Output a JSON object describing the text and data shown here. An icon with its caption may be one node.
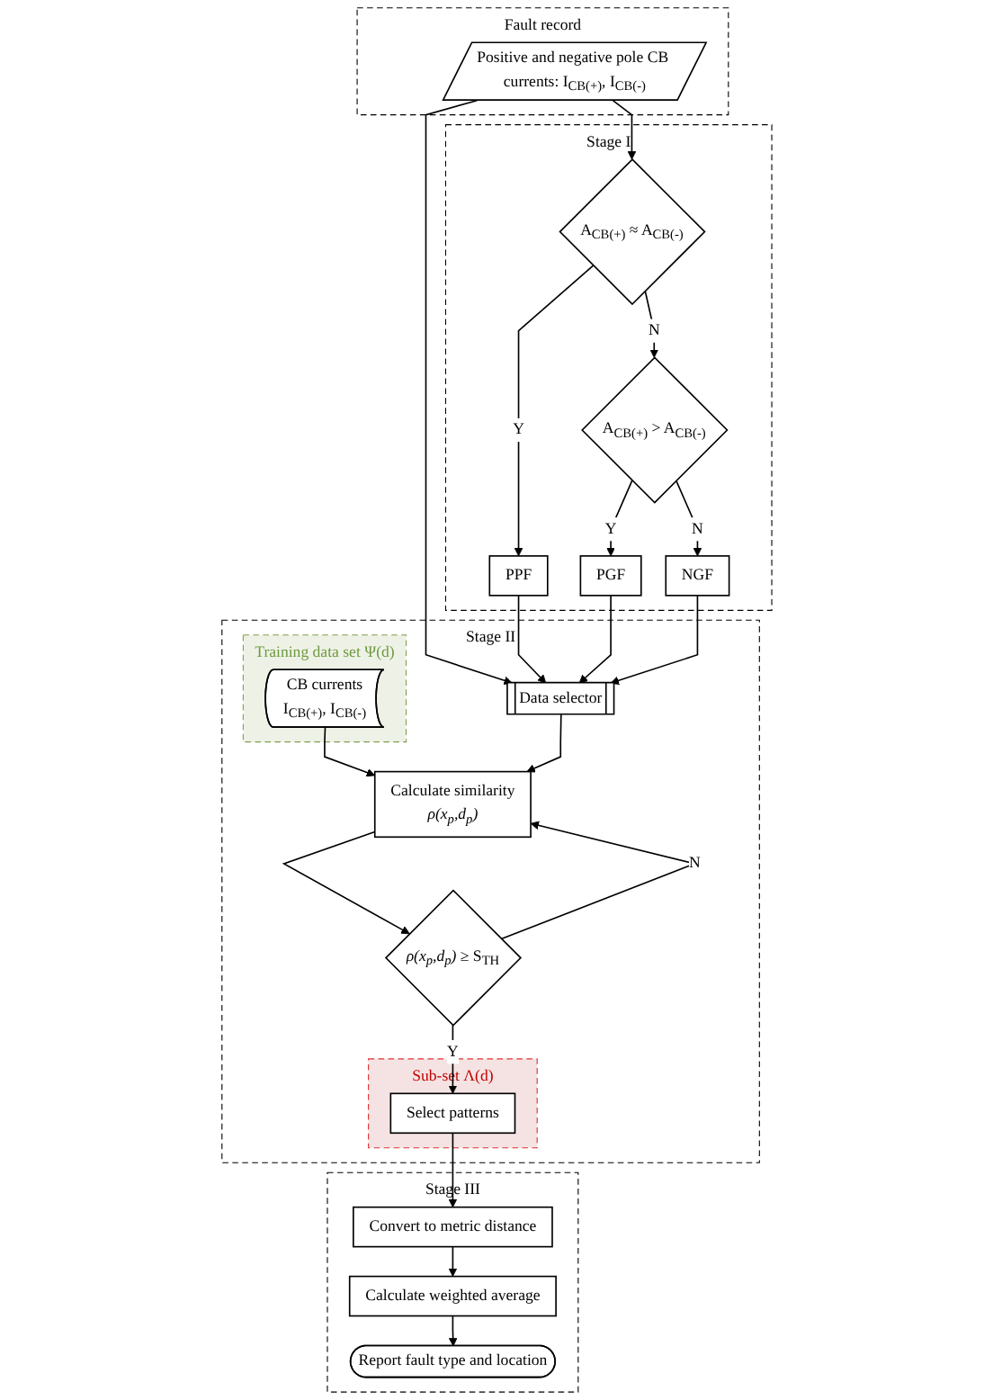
{
  "diagram": {
    "nodes": [
      {
        "text": [
          "Fault record"
        ]
      },
      {
        "text": [
          "Positive and negative pole CB currents: I$_{CB(+)}$, I$_{CB(-)}$"
        ],
        "in": 0
      },
      {
        "text": [
          "Stage I"
        ]
      },
      {
        "text": [
          "A$_{CB(+)}$ ≈ A$_{CB(-)}$"
        ],
        "in": 2
      },
      {
        "text": [
          "A$_{CB(+)}$ > A$_{CB(-)}$"
        ],
        "in": 2
      },
      {
        "text": [
          "PPF"
        ],
        "in": 2
      },
      {
        "text": [
          "PGF"
        ],
        "in": 2
      },
      {
        "text": [
          "NGF"
        ],
        "in": 2
      },
      {
        "text": [
          "Stage II"
        ]
      },
      {
        "text": [
          "Training data set Ψ(d)"
        ],
        "in": 8
      },
      {
        "text": [
          "CB currents",
          "I$_{CB(+)}$, I$_{CB(-)}$"
        ],
        "in": 9
      },
      {
        "text": [
          "Data selector"
        ],
        "in": 8
      },
      {
        "text": [
          "Calculate similarity",
          "*ρ(x$_{p}$,d$_{p}$)*"
        ],
        "in": 8
      },
      {
        "text": [
          "Sub-set Λ(d)"
        ],
        "in": 8
      },
      {
        "text": [
          "Select patterns"
        ],
        "in": 13
      },
      {
        "text": [
          "*ρ(x$_{p}$,d$_{p}$)* ≥ S$_{TH}$"
        ],
        "in": 8
      },
      {
        "text": [
          "Stage III"
        ]
      },
      {
        "text": [
          "Convert to metric distance"
        ],
        "in": 16
      },
      {
        "text": [
          "Calculate weighted average"
        ],
        "in": 16
      },
      {
        "text": [
          "Report fault type and location"
        ],
        "in": 16
      }
    ],
    "edges": [
      {
        "from": 1,
        "to": 3,
        "arrow": "to"
      },
      {
        "from": 1,
        "to": 11,
        "arrow": "to"
      },
      {
        "from": 3,
        "to": 4,
        "arrow": "to",
        "label": "N"
      },
      {
        "from": 3,
        "to": 5,
        "arrow": "to",
        "label": "Y"
      },
      {
        "from": 4,
        "to": 6,
        "arrow": "to",
        "label": "Y"
      },
      {
        "from": 4,
        "to": 7,
        "arrow": "to",
        "label": "N"
      },
      {
        "from": 5,
        "to": 11,
        "arrow": "to"
      },
      {
        "from": 6,
        "to": 11,
        "arrow": "to"
      },
      {
        "from": 7,
        "to": 11,
        "arrow": "to"
      },
      {
        "from": 10,
        "to": 12,
        "arrow": "to"
      },
      {
        "from": 11,
        "to": 12,
        "arrow": "to"
      },
      {
        "from": 12,
        "to": 15,
        "arrow": "to"
      },
      {
        "from": 15,
        "to": 14,
        "arrow": "to",
        "label": "Y"
      },
      {
        "from": 15,
        "to": 12,
        "arrow": "to",
        "label": "N"
      },
      {
        "from": 14,
        "to": 17,
        "arrow": "to"
      },
      {
        "from": 17,
        "to": 18,
        "arrow": "to"
      },
      {
        "from": 18,
        "to": 19,
        "arrow": "to"
      }
    ]
  }
}
